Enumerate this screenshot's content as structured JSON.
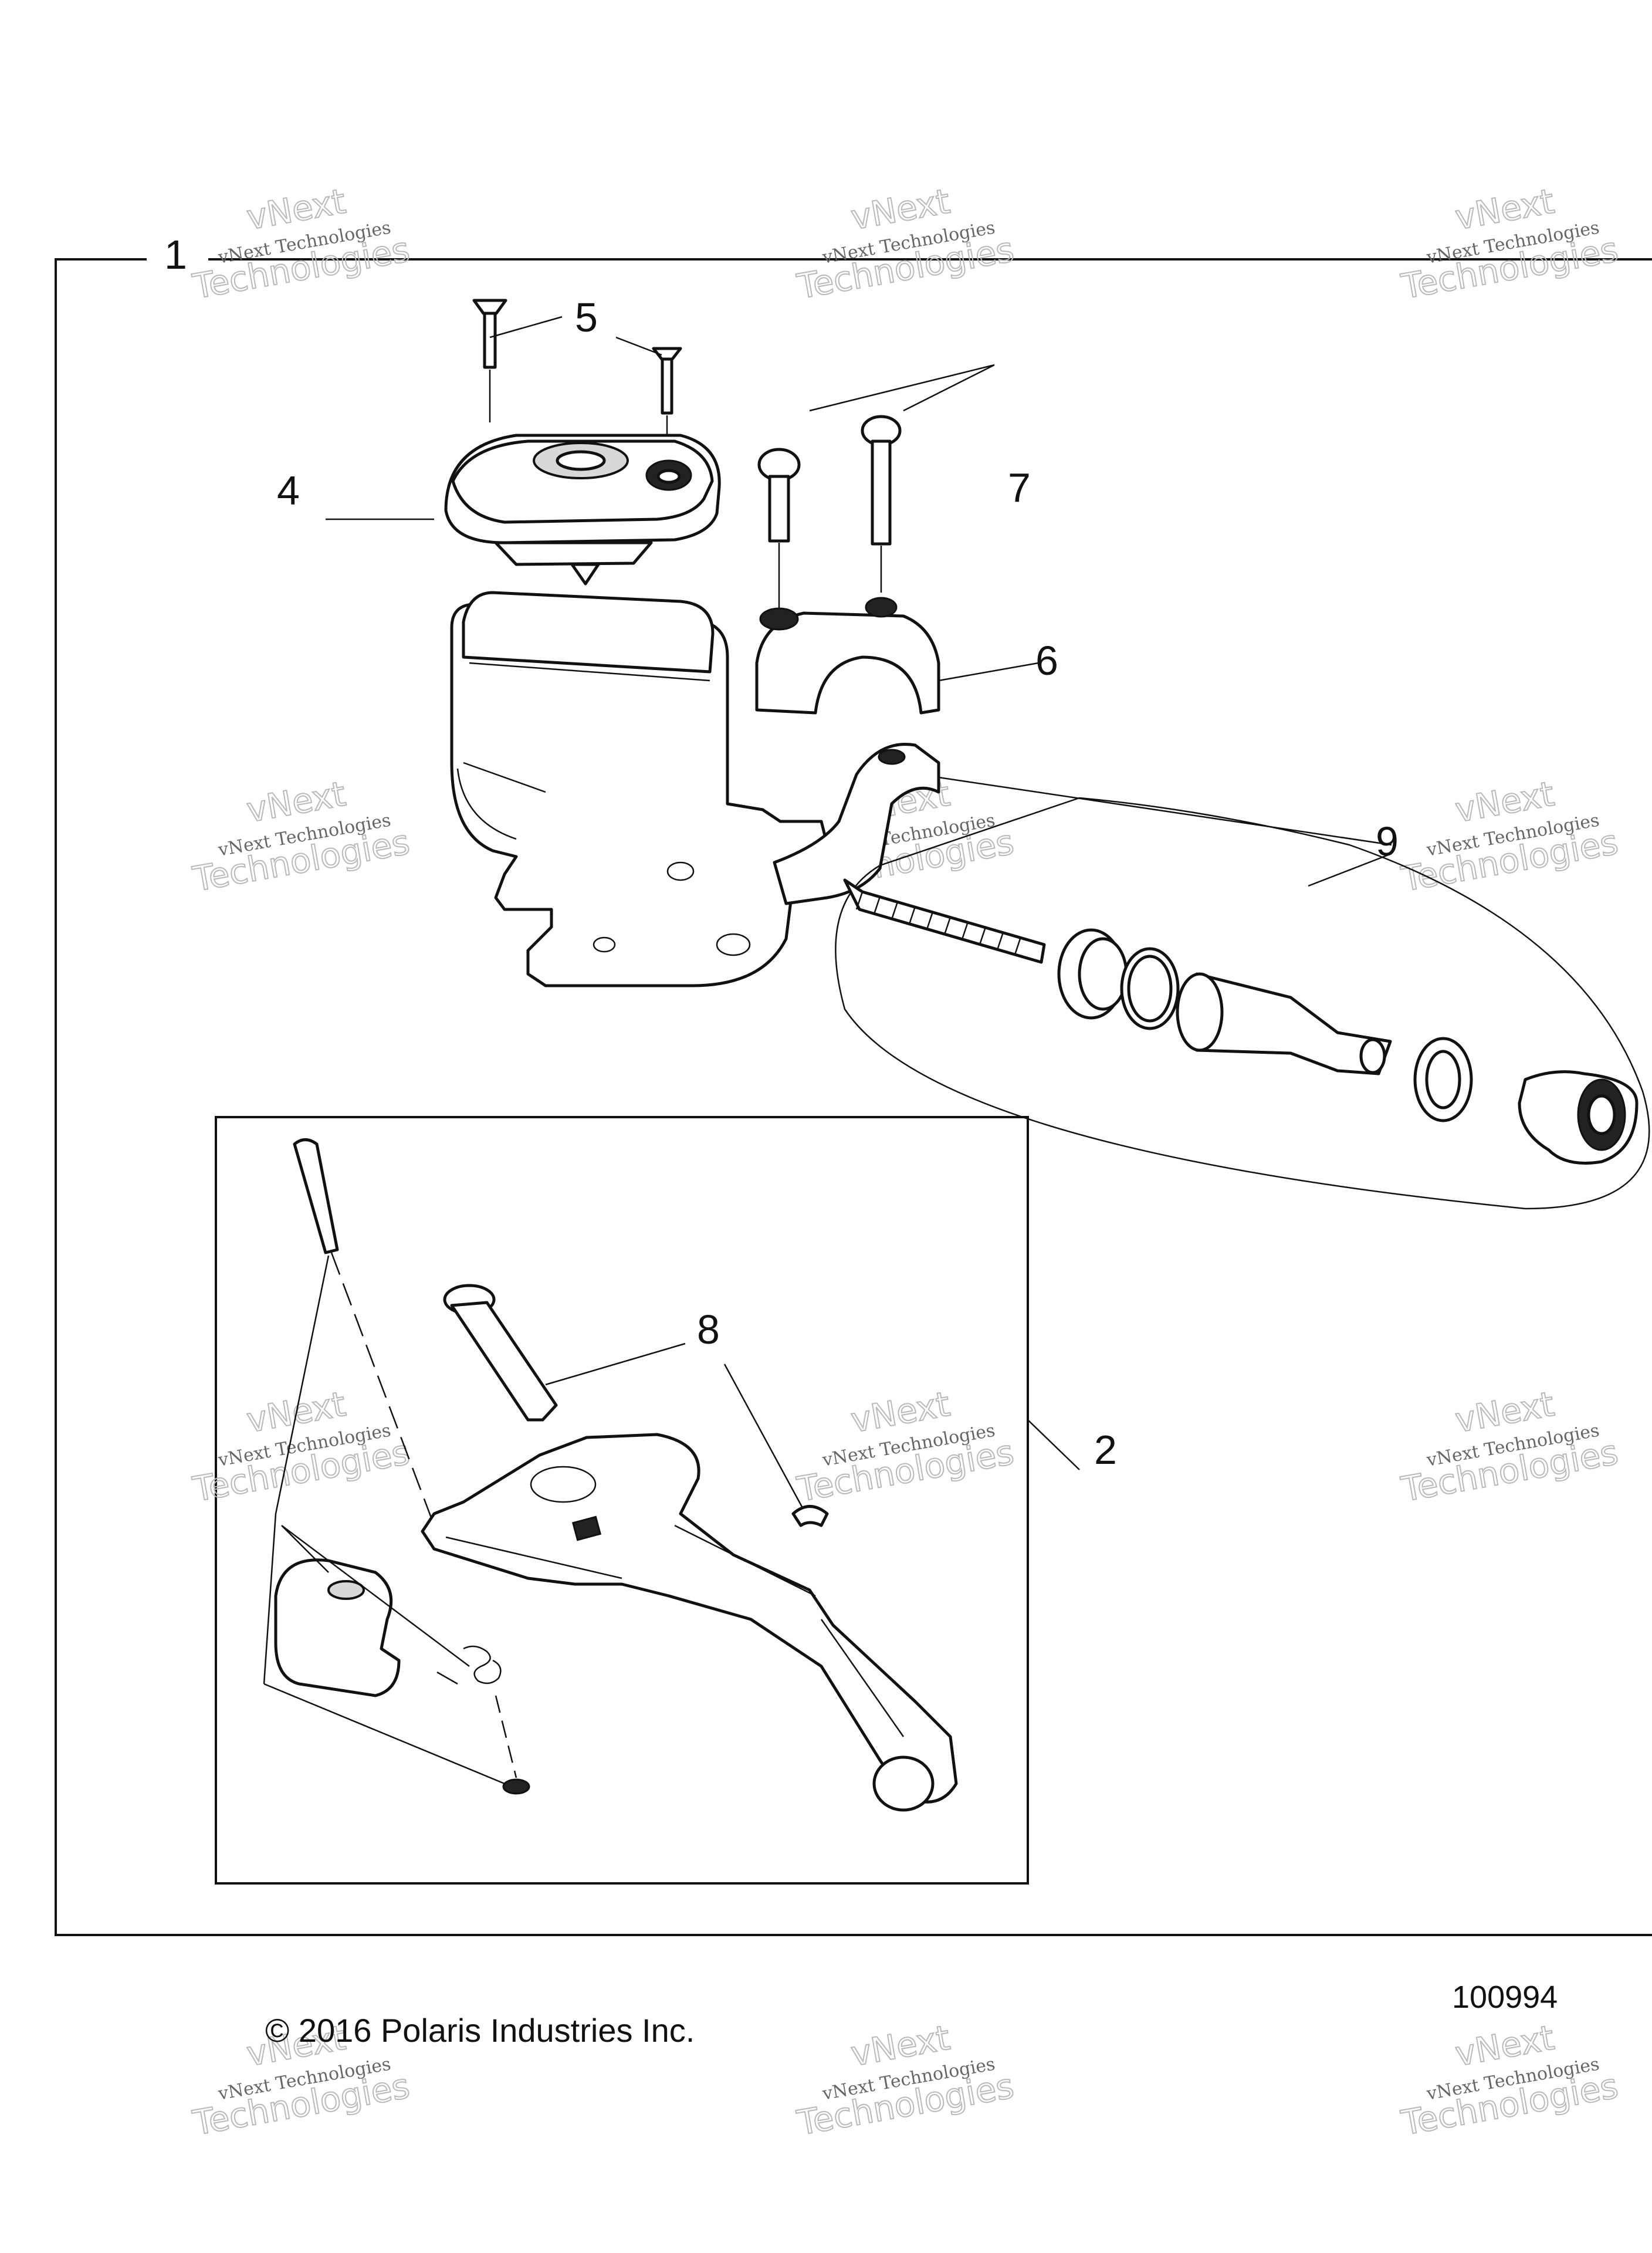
{
  "callouts": [
    "1",
    "2",
    "4",
    "5",
    "6",
    "7",
    "8",
    "9"
  ],
  "diagram_number": "100994",
  "copyright": "© 2016 Polaris Industries Inc.",
  "watermark": {
    "line1": "vNext Technologies",
    "line2": "vNext",
    "line3": "Technologies"
  }
}
